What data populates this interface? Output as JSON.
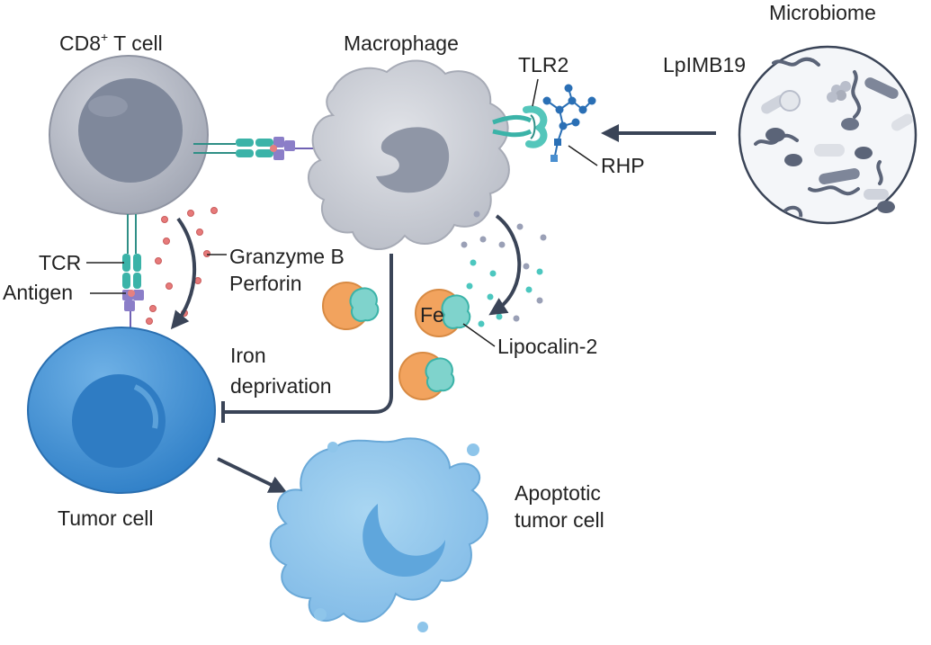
{
  "labels": {
    "cd8_cell": "CD8",
    "cd8_superscript": "+",
    "cd8_suffix": " T cell",
    "macrophage": "Macrophage",
    "microbiome": "Microbiome",
    "strain": "LpIMB19",
    "tlr2": "TLR2",
    "rhp": "RHP",
    "tcr": "TCR",
    "antigen": "Antigen",
    "granzyme": "Granzyme B",
    "perforin": "Perforin",
    "fe": "Fe",
    "lipocalin": "Lipocalin-2",
    "iron_line1": "Iron",
    "iron_line2": "deprivation",
    "tumor_cell": "Tumor cell",
    "apoptotic_line1": "Apoptotic",
    "apoptotic_line2": "tumor cell"
  },
  "colors": {
    "tcell": "#a9adb9",
    "tcell_nucleus": "#7e8699",
    "macrophage": "#c9ccd4",
    "macrophage_nucleus": "#8e95a4",
    "tumor": "#3f8fd4",
    "tumor_nucleus": "#2d77be",
    "apoptotic": "#8ec5ea",
    "receptor_teal": "#3bb3a8",
    "antigen_purple": "#8b7ec8",
    "arrow": "#3a4457",
    "granule_red": "#e06a6a",
    "iron_orange": "#f2a35e",
    "lipocalin_teal": "#7fd3cc",
    "dot_gray": "#9aa0b6",
    "dot_teal": "#4cc7bf"
  }
}
